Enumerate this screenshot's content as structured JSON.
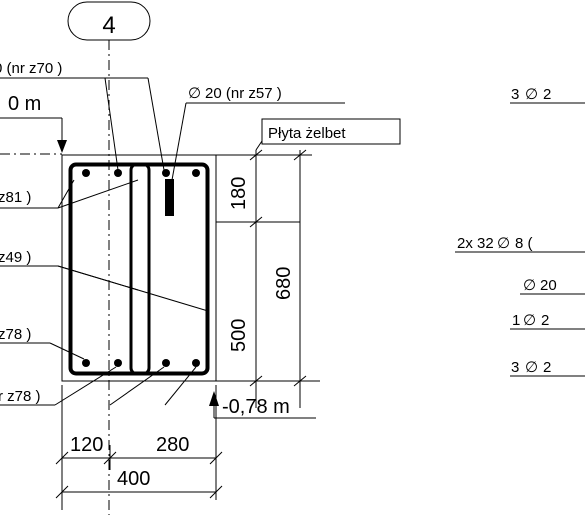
{
  "axis": {
    "label": "4"
  },
  "elevations": {
    "top": "0 m",
    "bottom": "-0,78 m"
  },
  "slab": {
    "label": "Płyta żelbet"
  },
  "dimensions": {
    "d180": "180",
    "d500": "500",
    "d680": "680",
    "d120": "120",
    "d280": "280",
    "d400": "400"
  },
  "callouts_left": {
    "c1": "0 (nr z70 )",
    "c2": "z81 )",
    "c3": "z49 )",
    "c4": "z78 )",
    "c5": "r z78 )"
  },
  "callout_phi20": {
    "symbol": "∅",
    "text": "20 (nr z57 )"
  },
  "right_labels": {
    "r1": {
      "prefix": "3",
      "sym": "∅",
      "suffix": "2"
    },
    "r2": {
      "prefix": "2x 32",
      "sym": "∅",
      "suffix": "8 ("
    },
    "r3": {
      "prefix": "",
      "sym": "∅",
      "suffix": "20"
    },
    "r4": {
      "prefix": "1",
      "sym": "∅",
      "suffix": "2"
    },
    "r5": {
      "prefix": "3",
      "sym": "∅",
      "suffix": "2"
    }
  }
}
